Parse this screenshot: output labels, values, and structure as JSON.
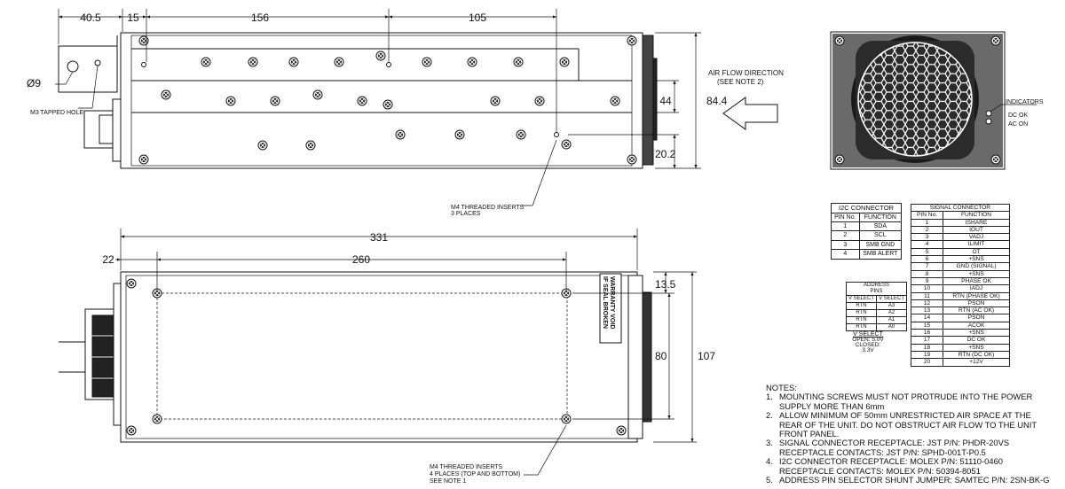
{
  "dimensions": {
    "top_view": [
      "40.5",
      "15",
      "156",
      "105",
      "44",
      "84.4",
      "20.2"
    ],
    "bottom_view": [
      "331",
      "22",
      "260",
      "13.5",
      "80",
      "107"
    ]
  },
  "labels": {
    "diameter": "Ø9",
    "m3_hole": "M3 TAPPED HOLE",
    "m4_top_1": "M4 THREADED INSERTS",
    "m4_top_2": "3 PLACES",
    "m4_bottom_1": "M4 THREADED INSERTS",
    "m4_bottom_2": "4 PLACES (TOP AND BOTTOM)",
    "m4_bottom_3": "SEE NOTE 1",
    "airflow_1": "AIR FLOW DIRECTION",
    "airflow_2": "(SEE NOTE 2)",
    "indicators": "INDICATORS",
    "dc_ok": "DC OK",
    "ac_on": "AC ON",
    "warranty_1": "WARRANTY VOID",
    "warranty_2": "IF SEAL BROKEN"
  },
  "i2c_connector": {
    "title": "I2C CONNECTOR",
    "headers": [
      "PIN No.",
      "FUNCTION"
    ],
    "rows": [
      [
        "1",
        "SDA"
      ],
      [
        "2",
        "SCL"
      ],
      [
        "3",
        "SMB GND"
      ],
      [
        "4",
        "SMB ALERT"
      ]
    ]
  },
  "signal_connector": {
    "title": "SIGNAL CONNECTOR",
    "headers": [
      "PIN No.",
      "FUNCTION"
    ],
    "rows": [
      [
        "1",
        "ISHARE"
      ],
      [
        "2",
        "IOUT"
      ],
      [
        "3",
        "VADJ"
      ],
      [
        "4",
        "ILIMIT"
      ],
      [
        "5",
        "OT"
      ],
      [
        "6",
        "+SNS"
      ],
      [
        "7",
        "GND (SIGNAL)"
      ],
      [
        "8",
        "+SNS"
      ],
      [
        "9",
        "PHASE OK"
      ],
      [
        "10",
        "IADJ"
      ],
      [
        "11",
        "RTN (PHASE OK)"
      ],
      [
        "12",
        "PSON"
      ],
      [
        "13",
        "RTN (AC OK)"
      ],
      [
        "14",
        "PSON"
      ],
      [
        "15",
        "ACOK"
      ],
      [
        "16",
        "+SNS"
      ],
      [
        "17",
        "DC OK"
      ],
      [
        "18",
        "+SNS"
      ],
      [
        "19",
        "RTN (DC OK)"
      ],
      [
        "20",
        "+12V"
      ]
    ]
  },
  "address_pins": {
    "title_1": "ADDRESS",
    "title_2": "PINS",
    "headers": [
      "V SELECT",
      "V SELECT"
    ],
    "rows": [
      [
        "RTN",
        "A3"
      ],
      [
        "RTN",
        "A2"
      ],
      [
        "RTN",
        "A1"
      ],
      [
        "RTN",
        "A0"
      ]
    ],
    "vselect_title": "V SELECT",
    "vselect_open": "OPEN: 5.0V",
    "vselect_closed": "CLOSED: 3.3V"
  },
  "notes": {
    "title": "NOTES:",
    "items": [
      {
        "num": "1.",
        "lines": [
          "MOUNTING SCREWS MUST NOT PROTRUDE INTO THE POWER",
          "SUPPLY MORE THAN 6mm"
        ]
      },
      {
        "num": "2.",
        "lines": [
          "ALLOW MINIMUM OF 50mm UNRESTRICTED AIR SPACE AT THE",
          "REAR OF THE UNIT. DO NOT OBSTRUCT AIR FLOW TO THE UNIT",
          "FRONT PANEL."
        ]
      },
      {
        "num": "3.",
        "lines": [
          "SIGNAL CONNECTOR RECEPTACLE:  JST P/N: PHDR-20VS",
          "RECEPTACLE CONTACTS:  JST P/N: SPHD-001T-P0.5"
        ]
      },
      {
        "num": "4.",
        "lines": [
          "I2C CONNECTOR RECEPTACLE: MOLEX P/N: 51110-0460",
          "RECEPTACLE CONTACTS: MOLEX P/N: 50394-8051"
        ]
      },
      {
        "num": "5.",
        "lines": [
          "ADDRESS PIN SELECTOR SHUNT JUMPER:  SAMTEC P/N: 2SN-BK-G"
        ]
      }
    ]
  }
}
